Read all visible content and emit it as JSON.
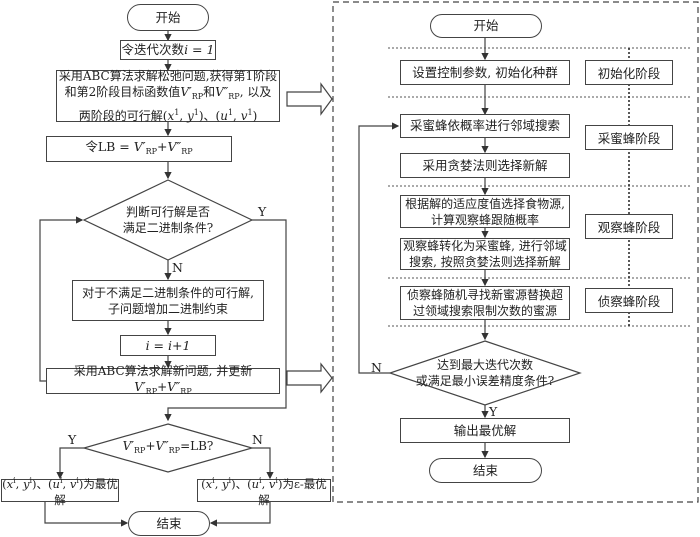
{
  "left": {
    "start": "开始",
    "init_iter": "令迭代次数",
    "init_iter_math": "i = 1",
    "relax_line1": "采用ABC算法求解松弛问题,获得第1阶段",
    "relax_line2_a": "和第2阶段目标函数值",
    "relax_line2_b": "和",
    "relax_line2_c": ", 以及",
    "relax_line3_a": "两阶段的可行解",
    "relax_line3_b": "、",
    "lb_prefix": "令LB = ",
    "decision1_line1": "判断可行解是否",
    "decision1_line2": "满足二进制条件?",
    "decision1_yes": "Y",
    "decision1_no": "N",
    "add_constraint_line1": "对于不满足二进制条件的可行解,",
    "add_constraint_line2": "子问题增加二进制约束",
    "increment": "i = i+1",
    "resolve_prefix": "采用ABC算法求解新问题, 并更新",
    "decision2_suffix": "=LB?",
    "decision2_yes": "Y",
    "decision2_no": "N",
    "optimal_suffix": "为最优解",
    "eps_optimal_suffix": "为ε-最优解",
    "end": "结束"
  },
  "math": {
    "V1": "V′",
    "V2": "V″",
    "RP": "RP",
    "plus": "+",
    "x": "x",
    "y": "y",
    "u": "u",
    "v": "v",
    "sup1": "1",
    "supi": "i",
    "open": "(",
    "comma": ", ",
    "close": ")"
  },
  "right": {
    "start": "开始",
    "set_params": "设置控制参数, 初始化种群",
    "employed_search": "采蜜蜂依概率进行邻域搜索",
    "greedy_select": "采用贪婪法则选择新解",
    "select_food_line1": "根据解的适应度值选择食物源,",
    "select_food_line2": "计算观察蜂跟随概率",
    "onlooker_line1": "观察蜂转化为采蜜蜂, 进行邻域",
    "onlooker_line2": "搜索, 按照贪婪法则选择新解",
    "scout_line1": "侦察蜂随机寻找新蜜源替换超",
    "scout_line2": "过领域搜索限制次数的蜜源",
    "decision_line1": "达到最大迭代次数",
    "decision_line2": "或满足最小误差精度条件?",
    "decision_yes": "Y",
    "decision_no": "N",
    "output_best": "输出最优解",
    "end": "结束"
  },
  "stages": {
    "init": "初始化阶段",
    "employed": "采蜜蜂阶段",
    "onlooker": "观察蜂阶段",
    "scout": "侦察蜂阶段"
  }
}
